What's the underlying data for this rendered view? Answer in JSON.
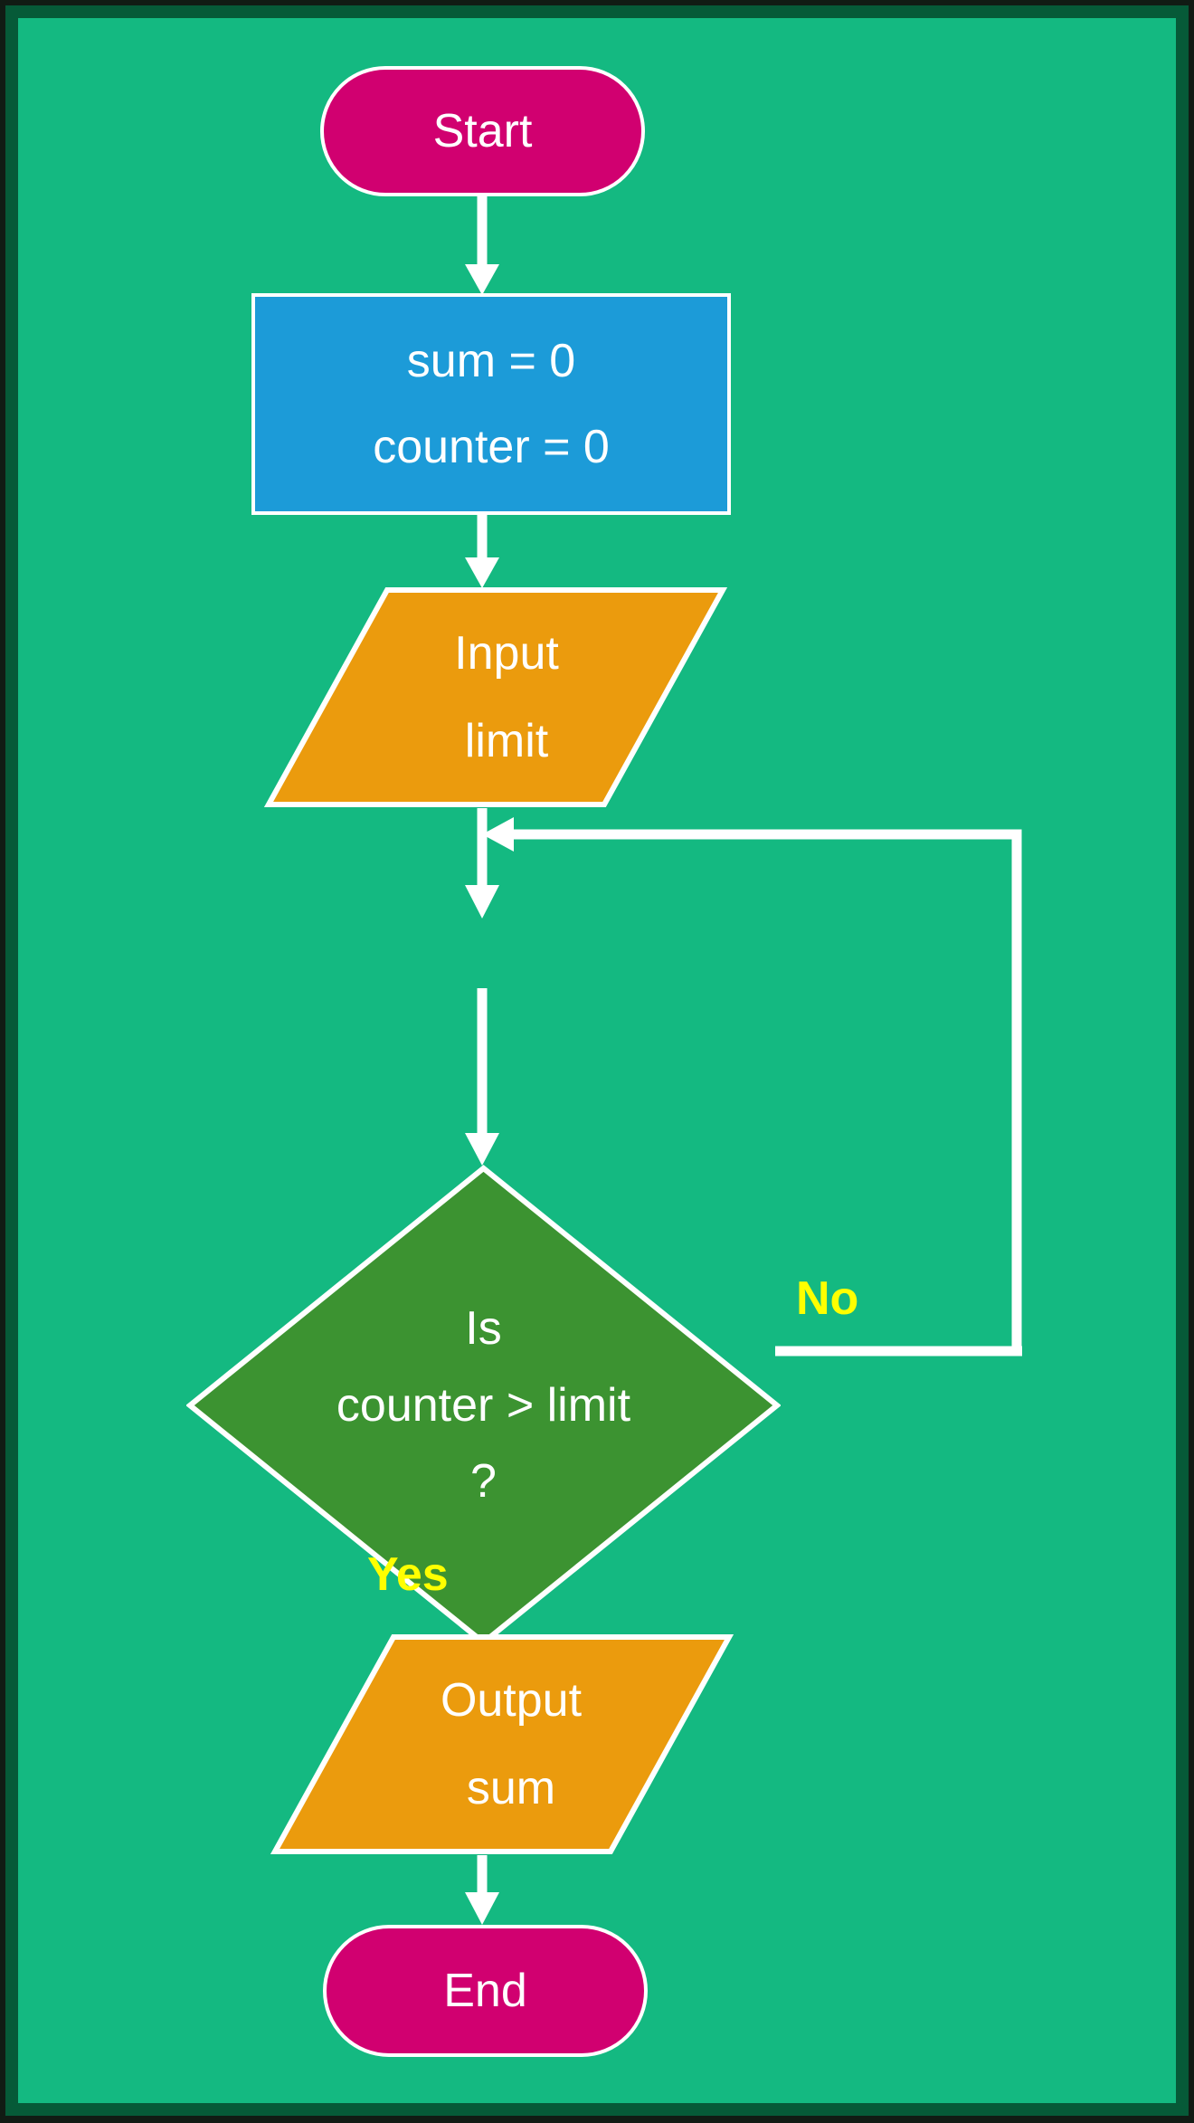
{
  "diagram": {
    "title": "Summation loop flowchart",
    "type": "flowchart",
    "background_color": "#14b981",
    "border_colors": [
      "#111b14",
      "#065a38"
    ],
    "stroke_color": "#ffffff",
    "label_color": "#ffff00"
  },
  "nodes": {
    "start": {
      "shape": "terminator",
      "label": "Start",
      "fill_color": "#d10070",
      "text_color": "#ffffff"
    },
    "process": {
      "shape": "process",
      "line1": "sum = 0",
      "line2": "counter = 0",
      "fill_color": "#1c9bd8",
      "text_color": "#ffffff"
    },
    "input": {
      "shape": "input-output",
      "line1": "Input",
      "line2": "limit",
      "fill_color": "#eb9b0d",
      "text_color": "#ffffff"
    },
    "decision": {
      "shape": "decision",
      "line1": "Is",
      "line2": "counter > limit",
      "line3": "?",
      "fill_color": "#3c9331",
      "text_color": "#ffffff"
    },
    "output": {
      "shape": "input-output",
      "line1": "Output",
      "line2": "sum",
      "fill_color": "#eb9b0d",
      "text_color": "#ffffff"
    },
    "end": {
      "shape": "terminator",
      "label": "End",
      "fill_color": "#d10070",
      "text_color": "#ffffff"
    }
  },
  "edges": {
    "start_to_process": {
      "label": ""
    },
    "process_to_input": {
      "label": ""
    },
    "input_to_decision": {
      "label": ""
    },
    "decision_no": {
      "label": "No"
    },
    "decision_yes": {
      "label": "Yes"
    },
    "output_to_end": {
      "label": ""
    }
  }
}
